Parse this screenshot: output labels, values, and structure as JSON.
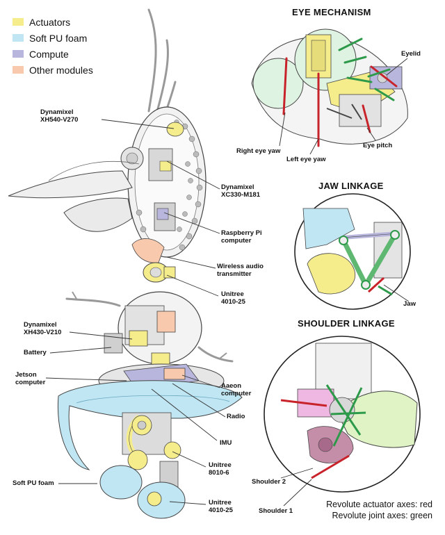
{
  "legend": {
    "items": [
      {
        "label": "Actuators",
        "color": "#f5ec8c"
      },
      {
        "label": "Soft PU foam",
        "color": "#bfe6f2"
      },
      {
        "label": "Compute",
        "color": "#b8b6dc"
      },
      {
        "label": "Other modules",
        "color": "#f8c9ad"
      }
    ]
  },
  "colors": {
    "actuator": "#f5ec8c",
    "foam": "#bfe6f2",
    "compute": "#b8b6dc",
    "other": "#f8c9ad",
    "red_axis": "#c8222a",
    "green_axis": "#2d9a4a",
    "line": "#333333"
  },
  "body_labels": {
    "xh540": "Dynamixel\nXH540-V270",
    "xc330": "Dynamixel\nXC330-M181",
    "raspberry": "Raspberry Pi\ncomputer",
    "wireless": "Wireless audio\ntransmitter",
    "unitree_top": "Unitree\n4010-25",
    "xh430": "Dynamixel\nXH430-V210",
    "battery": "Battery",
    "jetson": "Jetson\ncomputer",
    "aaeon": "Aaeon\ncomputer",
    "radio": "Radio",
    "imu": "IMU",
    "unitree_mid": "Unitree\n8010-6",
    "foam": "Soft PU foam",
    "unitree_bot": "Unitree\n4010-25"
  },
  "eye": {
    "title": "EYE MECHANISM",
    "eyelid": "Eyelid",
    "right_yaw": "Right eye yaw",
    "left_yaw": "Left eye yaw",
    "pitch": "Eye pitch"
  },
  "jaw": {
    "title": "JAW LINKAGE",
    "jaw": "Jaw"
  },
  "shoulder": {
    "title": "SHOULDER LINKAGE",
    "s2": "Shoulder 2",
    "s1": "Shoulder 1"
  },
  "axes_note": {
    "line1": "Revolute actuator axes: red",
    "line2": "Revolute joint axes: green"
  }
}
